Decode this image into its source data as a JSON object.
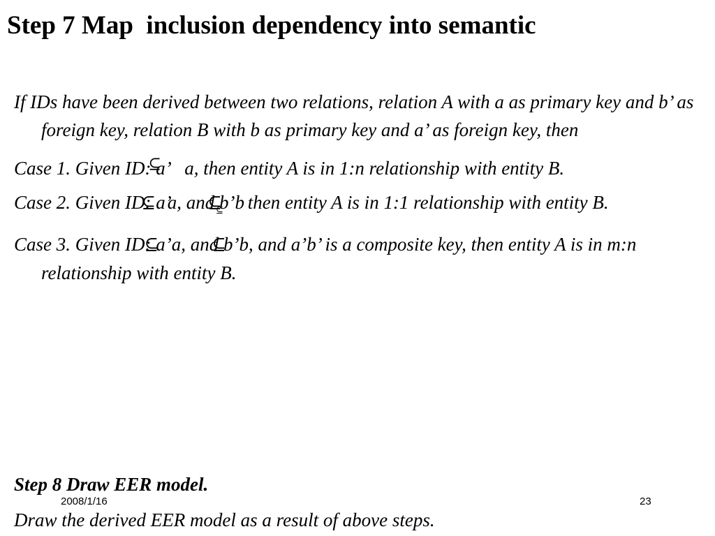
{
  "slide": {
    "title": "Step 7 Map  inclusion dependency into semantic",
    "intro": "If IDs have been derived between two relations, relation A with a as primary key and b’ as foreign key, relation B with b as primary key and a’ as foreign key, then",
    "case1": {
      "before": "Case 1. Given ID: a’ ",
      "symbol": "⊆",
      "after": " a, then entity A is in 1:n relationship with entity B."
    },
    "case2": {
      "part1": "Case 2. Given ID: a’",
      "symbol1": "⊆",
      "part2": "a, and b’",
      "symbol2": "⊆",
      "part3": "b",
      "symbol3": "⊆",
      "part4": " then entity A is in 1:1 relationship with entity B."
    },
    "case3": {
      "part1": "Case 3. Given ID: a’",
      "symbol1": "⊆",
      "part2": "a, and b’",
      "symbol2": "⊆",
      "part3": "b, and a’b’ is a composite key, then entity A is in m:n relationship with entity B."
    },
    "step8": {
      "heading": "Step 8 Draw EER model.",
      "text": "Draw the derived EER model as a result of above steps."
    },
    "footer": {
      "date": "2008/1/16",
      "page_number": "23"
    }
  }
}
